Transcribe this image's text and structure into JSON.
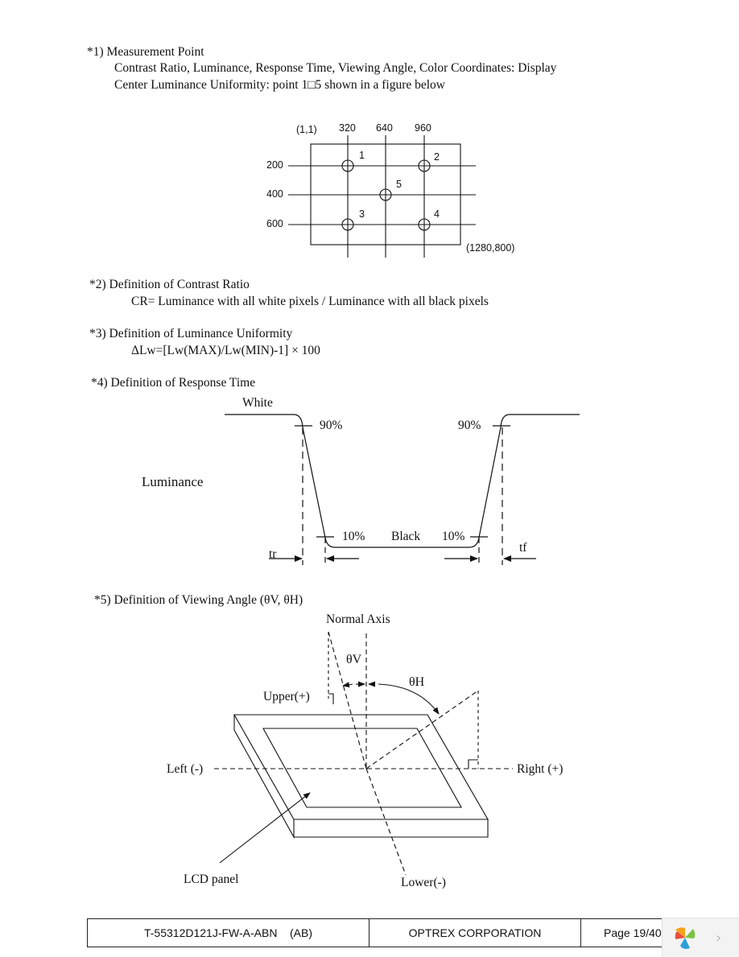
{
  "section1": {
    "heading": "*1) Measurement Point",
    "line1": "Contrast Ratio, Luminance, Response Time, Viewing Angle, Color Coordinates: Display",
    "line2": "Center Luminance Uniformity: point 1□5 shown in a figure below"
  },
  "fig1": {
    "origin_label": "(1,1)",
    "col_labels": [
      "320",
      "640",
      "960"
    ],
    "row_labels": [
      "200",
      "400",
      "600"
    ],
    "points": [
      "1",
      "2",
      "5",
      "3",
      "4"
    ],
    "corner_label": "(1280,800)"
  },
  "section2": {
    "heading": "*2) Definition of Contrast Ratio",
    "formula": "CR= Luminance with all white pixels / Luminance with all black pixels"
  },
  "section3": {
    "heading": "*3) Definition of Luminance Uniformity",
    "formula": "ΔLw=[Lw(MAX)/Lw(MIN)-1] × 100"
  },
  "section4": {
    "heading": "*4) Definition of Response Time",
    "white": "White",
    "black": "Black",
    "luminance": "Luminance",
    "p90_left": "90%",
    "p90_right": "90%",
    "p10_left": "10%",
    "p10_right": "10%",
    "tr": "tr",
    "tf": "tf"
  },
  "section5": {
    "heading": "*5) Definition of Viewing Angle (θV, θH)",
    "normal_axis": "Normal Axis",
    "theta_v": "θV",
    "theta_h": "θH",
    "upper": "Upper(+)",
    "lower": "Lower(-)",
    "left": "Left (-)",
    "right": "Right (+)",
    "lcd_panel": "LCD panel"
  },
  "footer": {
    "part_number": "T-55312D121J-FW-A-ABN    (AB)",
    "company": "OPTREX CORPORATION",
    "page": "Page 19/40"
  },
  "widget": {
    "logo_icon": "pinwheel-logo-icon",
    "next_icon": "chevron-right-icon",
    "next_glyph": "›"
  }
}
